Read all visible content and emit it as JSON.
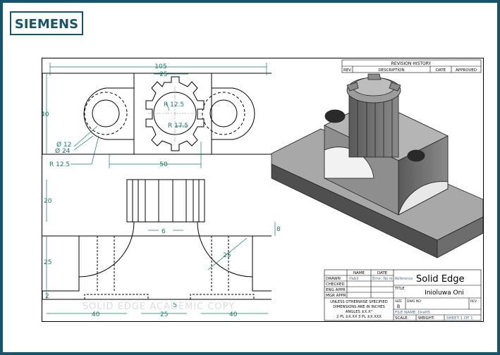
{
  "brand": {
    "logo_text": "SIEMENS",
    "color": "#15546a"
  },
  "dimensions": {
    "overall_width": "105",
    "slot_width": "25",
    "height_top_view": "40",
    "radius_inner": "R 12.5",
    "radius_outer": "R 17.5",
    "dia_small": "Ø 12",
    "dia_large": "Ø 24",
    "radius_end": "R 12.5",
    "hole_spacing": "50",
    "gear_height": "20",
    "gap": "6",
    "flange": "8",
    "base_height": "25",
    "fillet": "25",
    "foot": "2",
    "bottom_left": "40",
    "bottom_mid": "25",
    "bottom_right": "40",
    "bottom_slot": "5"
  },
  "revision_history": {
    "title": "REVISION HISTORY",
    "columns": [
      "REV",
      "DESCRIPTION",
      "DATE",
      "APPROVED"
    ]
  },
  "title_block": {
    "header_name": "NAME",
    "header_date": "DATE",
    "rows": [
      {
        "label": "DRAWN",
        "name": "ifabil",
        "date": "Error: No re"
      },
      {
        "label": "CHECKED",
        "name": "",
        "date": ""
      },
      {
        "label": "ENG APPR",
        "name": "",
        "date": ""
      },
      {
        "label": "MGR APPR",
        "name": "",
        "date": ""
      }
    ],
    "reference": "Reference",
    "app_name": "Solid Edge",
    "title_label": "TITLE",
    "title_value": "Inioluwa Oni",
    "tolerance_lines": [
      "UNLESS OTHERWISE SPECIFIED",
      "DIMENSIONS ARE IN INCHES",
      "ANGLES ±X.X°",
      "2 PL ±X.XX  3 PL ±X.XXX"
    ],
    "size_label": "SIZE",
    "size_value": "B",
    "dwg_label": "DWG NO",
    "rev_label": "REV",
    "file_name": "FILE NAME: Draft5",
    "scale": "SCALE:",
    "weight": "WEIGHT:",
    "sheet": "SHEET 1 OF 1"
  },
  "watermark": "SOLID EDGE ACADEMIC COPY",
  "colors": {
    "dimension": "#1a7a64",
    "frame": "#15546a",
    "part": "#6e6e6e"
  }
}
